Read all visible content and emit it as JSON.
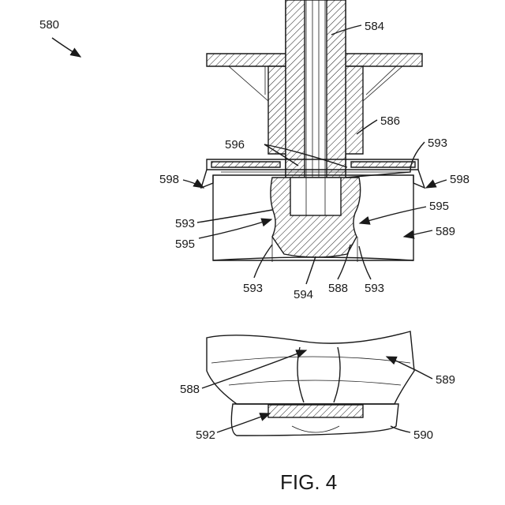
{
  "labels": {
    "ref_580": "580",
    "ref_584": "584",
    "ref_586": "586",
    "ref_596": "596",
    "ref_593_tr": "593",
    "ref_598_l": "598",
    "ref_598_r": "598",
    "ref_593_l": "593",
    "ref_595_l": "595",
    "ref_595_r": "595",
    "ref_589_top": "589",
    "ref_593_bl": "593",
    "ref_594": "594",
    "ref_588_top": "588",
    "ref_593_br": "593",
    "ref_588_bot": "588",
    "ref_589_bot": "589",
    "ref_592": "592",
    "ref_590": "590"
  },
  "caption": "FIG. 4"
}
